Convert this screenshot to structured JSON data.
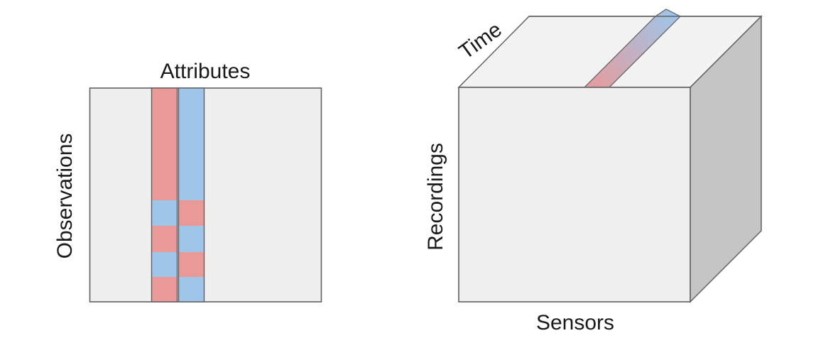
{
  "palette": {
    "red": "#ea9999",
    "blue": "#9fc5e8",
    "matrix_bg": "#eeeeee",
    "cube_front_face": "#efefef",
    "cube_top_face": "#f2f2f2",
    "cube_right_face": "#c5c5c5",
    "stroke": "#606060",
    "text": "#1a1a1a",
    "background": "#ffffff"
  },
  "matrix": {
    "title": "Attributes",
    "row_axis_label": "Observations",
    "columns": [
      {
        "name": "highlighted-attribute-column-1",
        "segments": [
          {
            "color": "red",
            "h": 158
          },
          {
            "color": "blue",
            "h": 36
          },
          {
            "color": "red",
            "h": 37
          },
          {
            "color": "blue",
            "h": 35
          },
          {
            "color": "red",
            "h": 35
          }
        ]
      },
      {
        "name": "highlighted-attribute-column-2",
        "segments": [
          {
            "color": "blue",
            "h": 158
          },
          {
            "color": "red",
            "h": 36
          },
          {
            "color": "blue",
            "h": 37
          },
          {
            "color": "red",
            "h": 35
          },
          {
            "color": "blue",
            "h": 35
          }
        ]
      }
    ]
  },
  "cube": {
    "depth_axis_label": "Time",
    "row_axis_label": "Recordings",
    "column_axis_label": "Sensors",
    "stripe": {
      "front_color": "red",
      "back_color": "blue"
    }
  }
}
